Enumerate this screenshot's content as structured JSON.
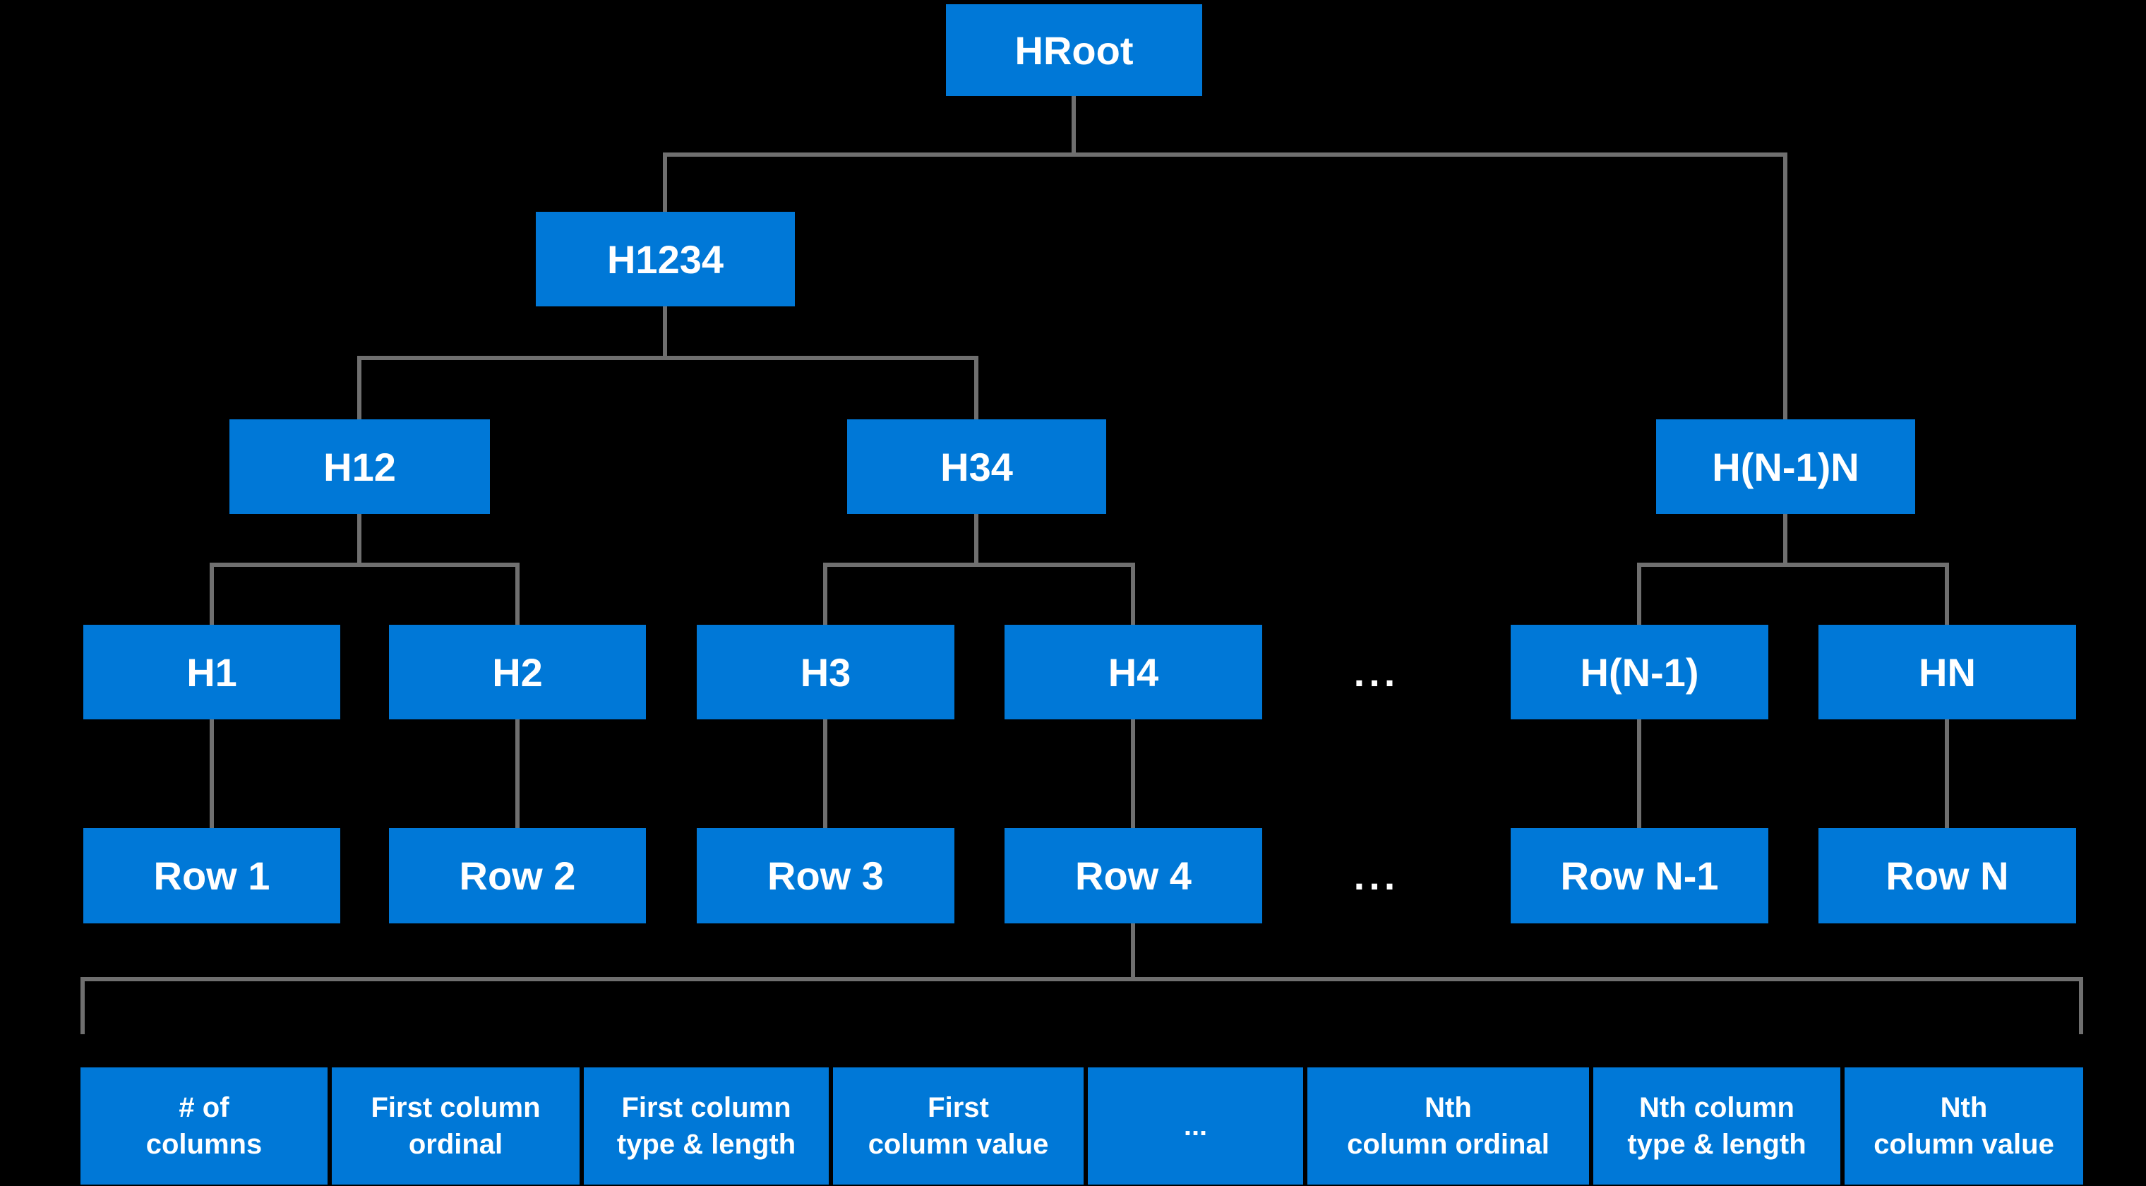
{
  "colors": {
    "background": "#000000",
    "node_fill": "#0078D7",
    "node_text": "#FFFFFF",
    "line_color": "#6F6F6F"
  },
  "nodes": {
    "hroot": "HRoot",
    "h1234": "H1234",
    "h12": "H12",
    "h34": "H34",
    "hn1n": "H(N-1)N",
    "h1": "H1",
    "h2": "H2",
    "h3": "H3",
    "h4": "H4",
    "hash_ellipsis": "...",
    "hn1": "H(N-1)",
    "hn": "HN",
    "row1": "Row 1",
    "row2": "Row 2",
    "row3": "Row 3",
    "row4": "Row 4",
    "row_ellipsis": "...",
    "rown1": "Row N-1",
    "rown": "Row N"
  },
  "row_fields": [
    {
      "label": "# of\ncolumns"
    },
    {
      "label": "First column\nordinal"
    },
    {
      "label": "First column\ntype & length"
    },
    {
      "label": "First\ncolumn value"
    },
    {
      "label": "..."
    },
    {
      "label": "Nth\ncolumn ordinal"
    },
    {
      "label": "Nth column\ntype & length"
    },
    {
      "label": "Nth\ncolumn value"
    }
  ]
}
